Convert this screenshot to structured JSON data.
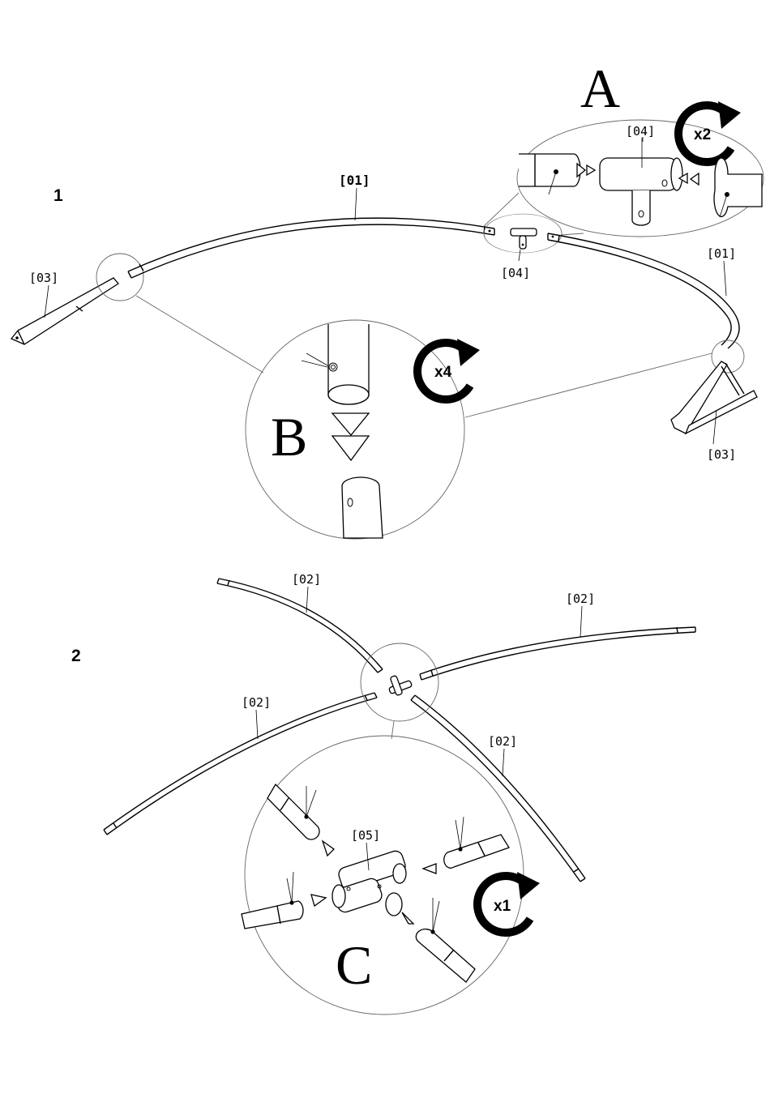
{
  "steps": {
    "step1": {
      "number": "1",
      "labels": {
        "pole_left": "[01]",
        "pole_right": "[01]",
        "connector": "[04]",
        "detail_connector": "[04]",
        "leg_left": "[03]",
        "leg_right": "[03]"
      },
      "detail_a": {
        "letter": "A",
        "repeat": "x2"
      },
      "detail_b": {
        "letter": "B",
        "repeat": "x4"
      }
    },
    "step2": {
      "number": "2",
      "labels": {
        "pole_top_left": "[02]",
        "pole_top_right": "[02]",
        "pole_bottom_left": "[02]",
        "pole_bottom_right": "[02]",
        "hub": "[05]"
      },
      "detail_c": {
        "letter": "C",
        "repeat": "x1"
      }
    }
  },
  "colors": {
    "line": "#000000",
    "leader": "#666666",
    "background": "#ffffff"
  },
  "icons": [
    "rotate-clockwise-icon",
    "push-arrow-icon",
    "spring-button-icon"
  ]
}
